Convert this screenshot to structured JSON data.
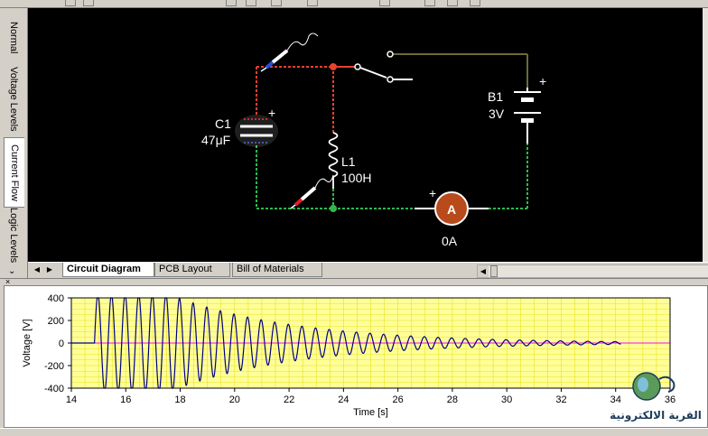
{
  "side_tabs": [
    {
      "label": "Normal"
    },
    {
      "label": "Voltage Levels"
    },
    {
      "label": "Current Flow"
    },
    {
      "label": "Logic Levels"
    }
  ],
  "side_tabs_active": "Current Flow",
  "circuit": {
    "capacitor": {
      "name": "C1",
      "value": "47μF",
      "polarity": "+"
    },
    "inductor": {
      "name": "L1",
      "value": "100H"
    },
    "battery": {
      "name": "B1",
      "value": "3V",
      "polarity": "+"
    },
    "ammeter": {
      "symbol": "A",
      "reading": "0A",
      "polarity": "+"
    },
    "colors": {
      "wire_red": "#e84030",
      "wire_green": "#2fb84a",
      "wire_olive": "#6b6b35",
      "ammeter": "#b84a1c"
    }
  },
  "sheet_tabs": [
    {
      "label": "Circuit Diagram",
      "active": true
    },
    {
      "label": "PCB Layout",
      "active": false
    },
    {
      "label": "Bill of Materials",
      "active": false
    }
  ],
  "chart_data": {
    "type": "line",
    "xlabel": "Time [s]",
    "ylabel": "Voltage [V]",
    "xlim": [
      14,
      36
    ],
    "ylim": [
      -400,
      400
    ],
    "x_ticks": [
      14,
      16,
      18,
      20,
      22,
      24,
      26,
      28,
      30,
      32,
      34,
      36
    ],
    "y_ticks": [
      400,
      200,
      0,
      -200,
      -400
    ],
    "grid": true,
    "series": [
      {
        "start": 14.85,
        "end": 34.2,
        "period": 0.5,
        "peak_voltage": 430,
        "amplitude_at_20s": 255,
        "amplitude_at_25s": 110,
        "amplitude_at_30s": 40,
        "amplitude_at_34s": 12
      }
    ],
    "colors": {
      "background": "#ffff99",
      "grid": "#e8e020",
      "trace": "#000080",
      "zero_line": "#ff00ff"
    }
  },
  "watermark": {
    "text": "القرية الالكترونية"
  }
}
